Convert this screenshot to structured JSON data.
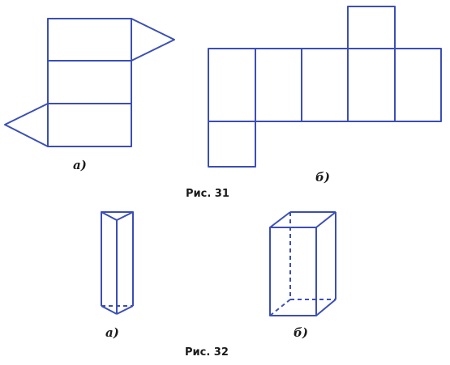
{
  "fig31": {
    "caption": "Рис. 31",
    "label_a": "а)",
    "label_b": "б)"
  },
  "fig32": {
    "caption": "Рис. 32",
    "label_a": "а)",
    "label_b": "б)"
  },
  "colors": {
    "line": "#3b4fb5"
  }
}
